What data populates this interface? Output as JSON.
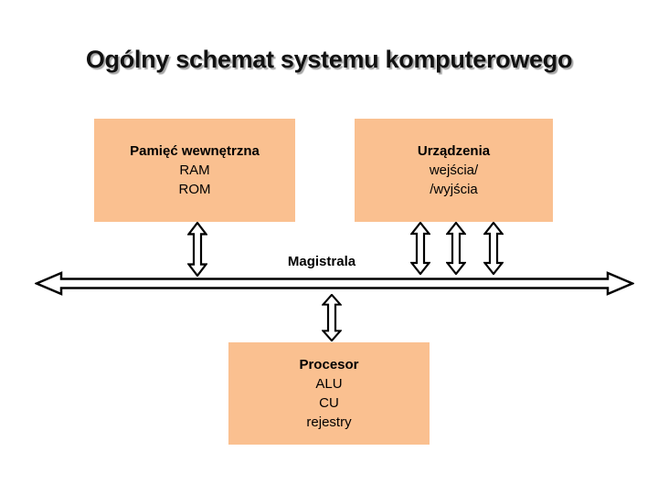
{
  "title": "Ogólny schemat systemu komputerowego",
  "colors": {
    "background": "#FFFFFF",
    "box_fill": "#FAC090",
    "line": "#000000",
    "title_text": "#111111",
    "title_shadow": "#A6A6A6"
  },
  "boxes": {
    "memory": {
      "title": "Pamięć wewnętrzna",
      "line2": "RAM",
      "line3": "ROM"
    },
    "io": {
      "title": "Urządzenia",
      "line2": "wejścia/",
      "line3": "/wyjścia"
    },
    "cpu": {
      "title": "Procesor",
      "line2": "ALU",
      "line3": "CU",
      "line4": "rejestry"
    }
  },
  "bus": {
    "label": "Magistrala"
  }
}
